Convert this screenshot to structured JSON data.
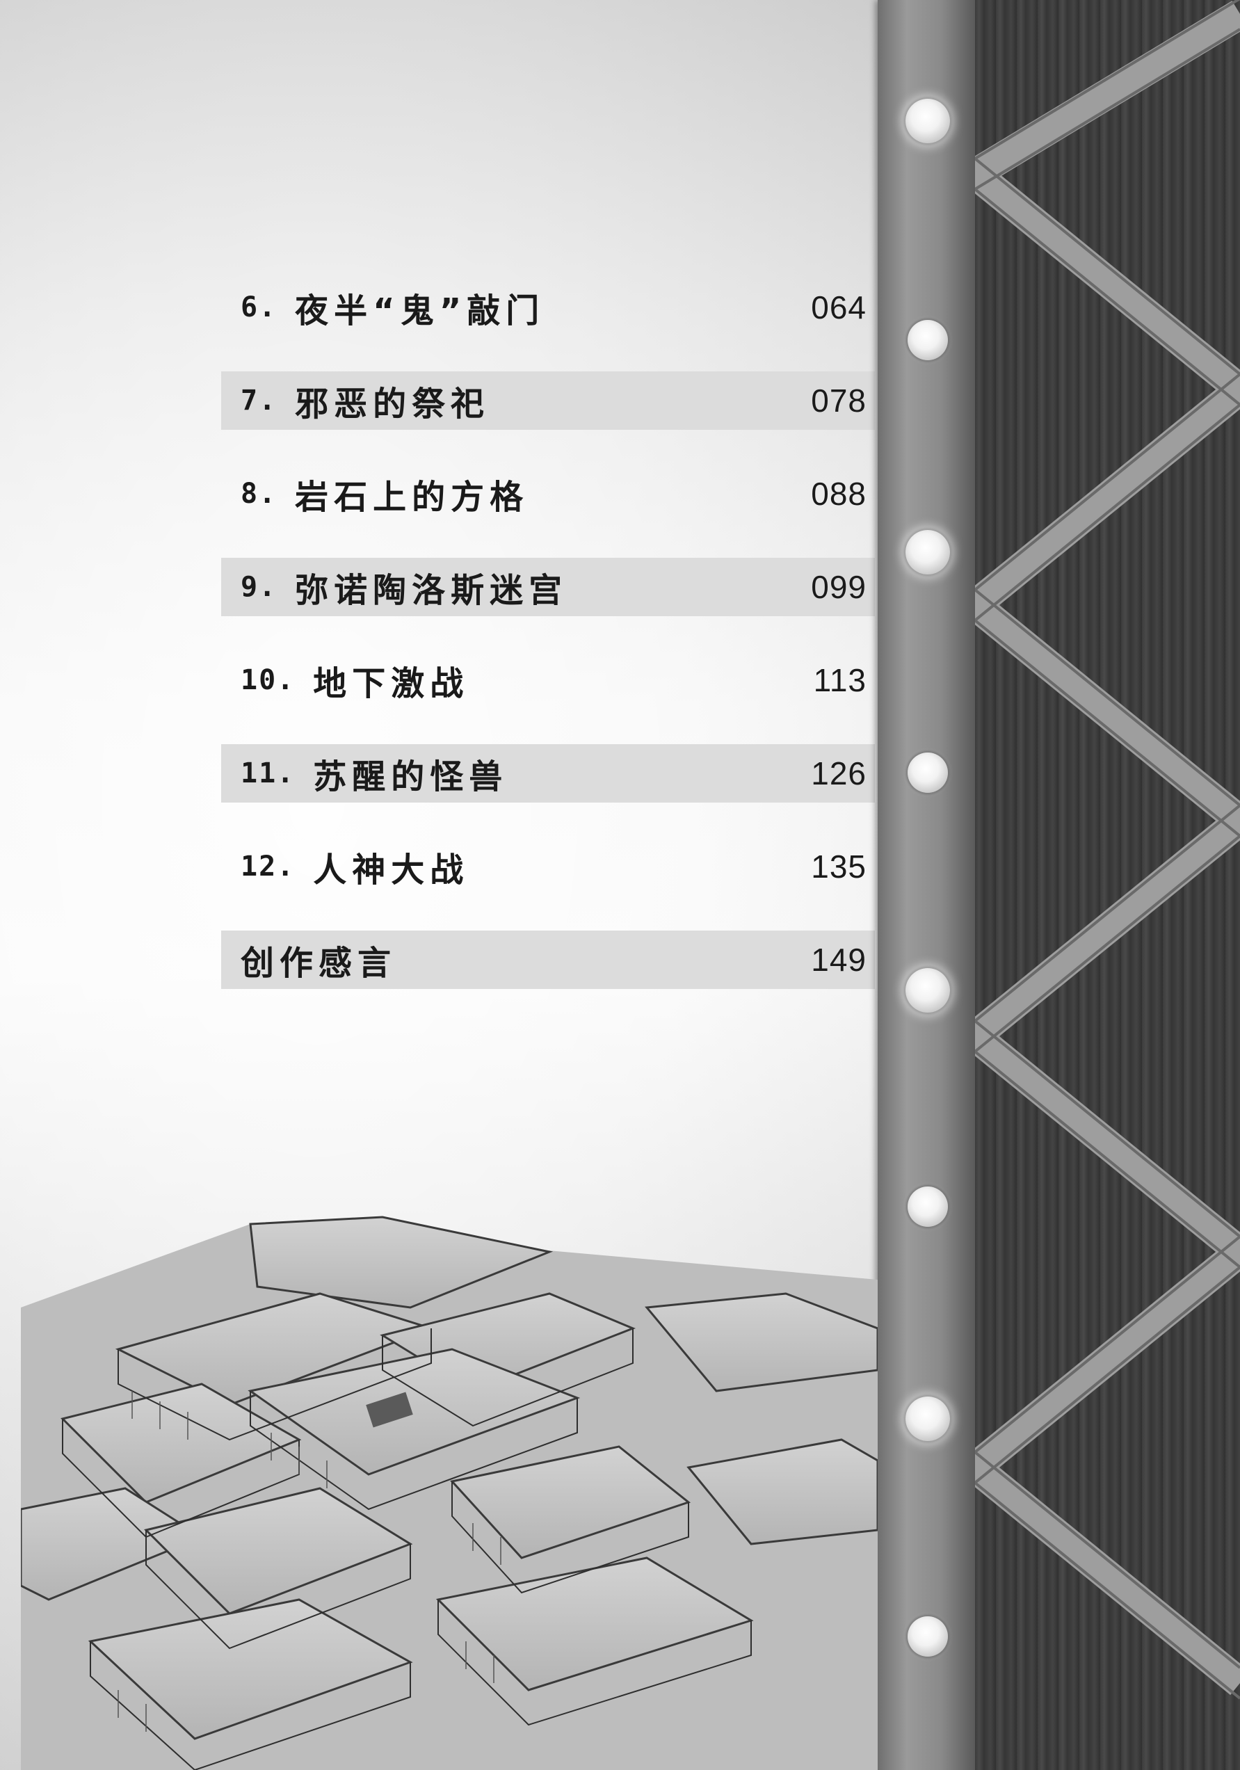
{
  "toc": {
    "entries": [
      {
        "num": "6.",
        "title": "夜半“鬼”敲门",
        "page": "064",
        "shaded": false
      },
      {
        "num": "7.",
        "title": "邪恶的祭祀",
        "page": "078",
        "shaded": true
      },
      {
        "num": "8.",
        "title": "岩石上的方格",
        "page": "088",
        "shaded": false
      },
      {
        "num": "9.",
        "title": "弥诺陶洛斯迷宫",
        "page": "099",
        "shaded": true
      },
      {
        "num": "10.",
        "title": "地下激战",
        "page": "113",
        "shaded": false
      },
      {
        "num": "11.",
        "title": "苏醒的怪兽",
        "page": "126",
        "shaded": true
      },
      {
        "num": "12.",
        "title": "人神大战",
        "page": "135",
        "shaded": false
      },
      {
        "num": "",
        "title": "创作感言",
        "page": "149",
        "shaded": true
      }
    ]
  },
  "decor": {
    "shaded_row_color": "#dcdcdc",
    "beam_color": "#8a8a8a",
    "wood_color": "#3c3c3c",
    "bulb_count": 8,
    "illustration": "palace-ruins-illustration"
  }
}
